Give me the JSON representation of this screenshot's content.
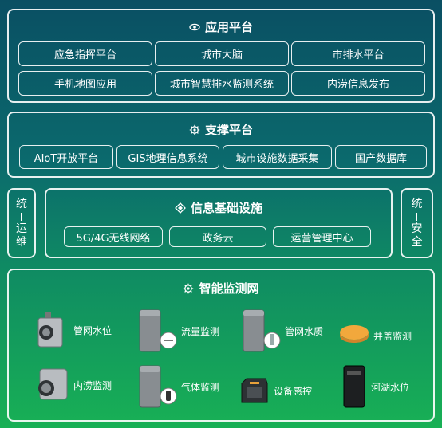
{
  "app_platform": {
    "title": "应用平台",
    "icon": "eye-icon",
    "items": [
      "应急指挥平台",
      "城市大脑",
      "市排水平台",
      "手机地图应用",
      "城市智慧排水监测系统",
      "内涝信息发布"
    ]
  },
  "support_platform": {
    "title": "支撑平台",
    "icon": "gear-icon",
    "items": [
      "AIoT开放平台",
      "GIS地理信息系统",
      "城市设施数据采集",
      "国产数据库"
    ]
  },
  "info_infra": {
    "title": "信息基础设施",
    "icon": "network-icon",
    "items": [
      "5G/4G无线网络",
      "政务云",
      "运营管理中心"
    ],
    "left_label": [
      "统",
      "运",
      "维"
    ],
    "right_label": [
      "统",
      "安",
      "全"
    ]
  },
  "monitor_net": {
    "title": "智能监测网",
    "icon": "gear-icon",
    "devices": [
      {
        "label": "管网水位",
        "icon": "pipe-water-level-sensor-icon"
      },
      {
        "label": "流量监测",
        "icon": "flow-meter-icon"
      },
      {
        "label": "管网水质",
        "icon": "water-quality-sensor-icon"
      },
      {
        "label": "井盖监测",
        "icon": "manhole-cover-sensor-icon"
      },
      {
        "label": "内涝监测",
        "icon": "waterlogging-sensor-icon"
      },
      {
        "label": "气体监测",
        "icon": "gas-sensor-icon"
      },
      {
        "label": "设备感控",
        "icon": "device-controller-icon"
      },
      {
        "label": "河湖水位",
        "icon": "river-water-level-sensor-icon"
      }
    ]
  },
  "colors": {
    "top": "#0a4f63",
    "bottom": "#18b055",
    "accent": "#e89a2e"
  }
}
